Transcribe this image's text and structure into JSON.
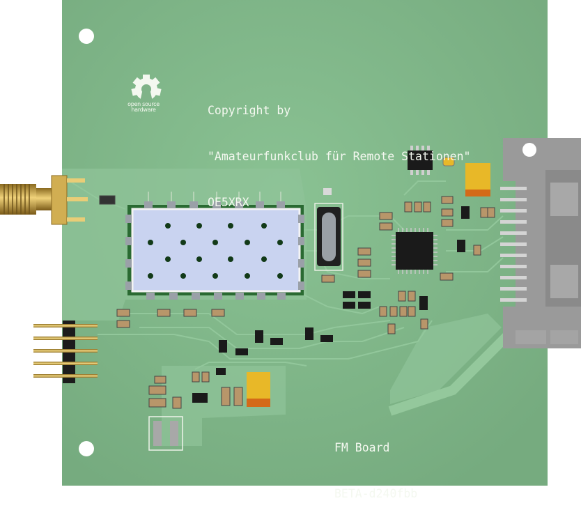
{
  "board": {
    "copyright_lines": [
      "Copyright by",
      "\"Amateurfunkclub für Remote Stationen\"",
      "OE5XRX"
    ],
    "logo_lines": [
      "open source",
      "hardware"
    ],
    "board_lines": [
      "FM Board",
      "BETA-d240fbb"
    ],
    "colors": {
      "pcb_green": "#7fb388",
      "silkscreen": "#f4f8f0",
      "copper_pad": "#cfcfcf",
      "gold": "#c9a23a",
      "tantalum": "#e6b830",
      "connector_gray": "#9a9a9a"
    },
    "logo_icon": "open-source-hardware-gear-icon"
  }
}
